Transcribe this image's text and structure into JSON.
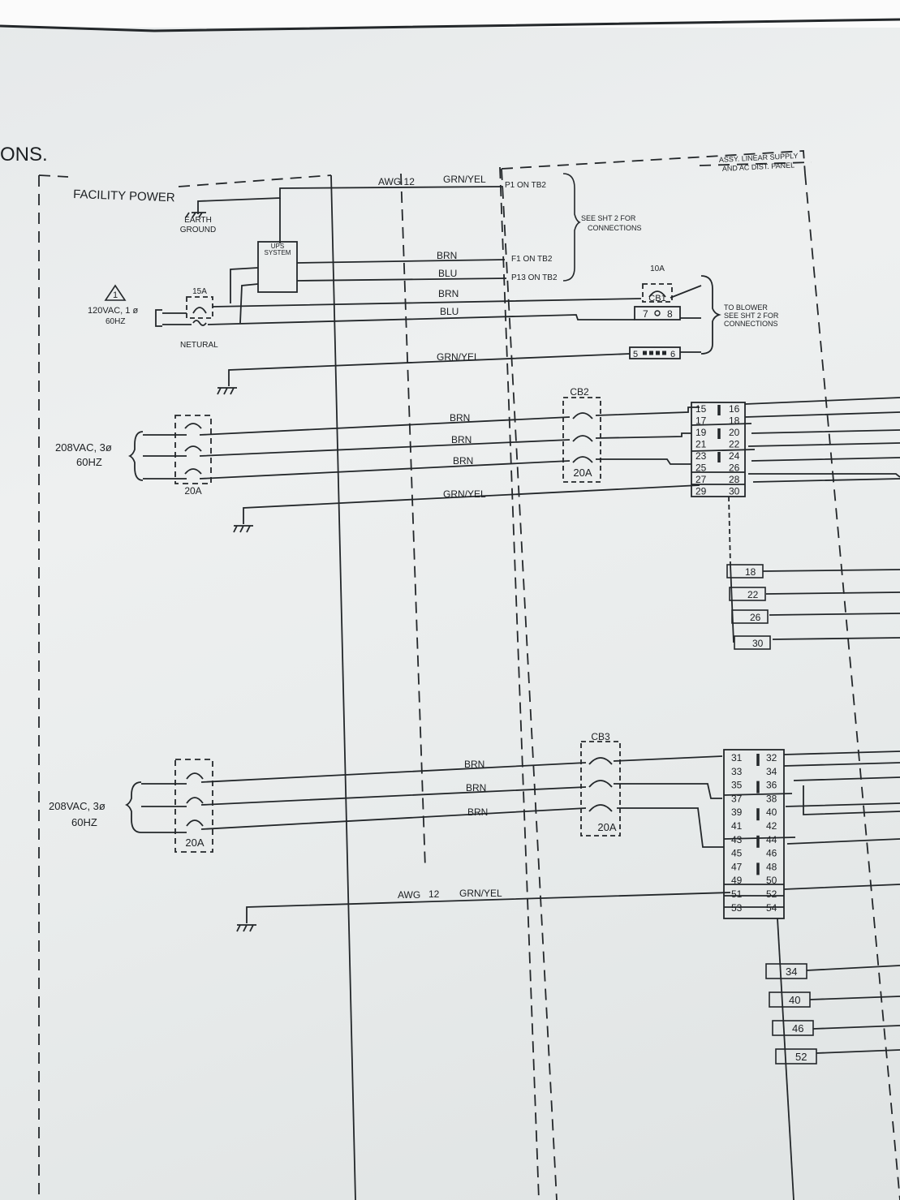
{
  "title_fragment": "ONS.",
  "boxes": {
    "facility": "FACILITY POWER",
    "assy_line1": "ASSY. LINEAR SUPPLY",
    "assy_line2": "AND AC DIST. PANEL"
  },
  "grounds": {
    "earth_line1": "EARTH",
    "earth_line2": "GROUND"
  },
  "ups": {
    "line1": "UPS",
    "line2": "SYSTEM"
  },
  "supply_120": {
    "warning_num": "1",
    "voltage": "120VAC, 1 ø",
    "freq": "60HZ",
    "fuse": "15A",
    "neutral": "NETURAL"
  },
  "supply_208_a": {
    "voltage": "208VAC, 3ø",
    "freq": "60HZ",
    "breaker": "20A"
  },
  "supply_208_b": {
    "voltage": "208VAC, 3ø",
    "freq": "60HZ",
    "breaker": "20A"
  },
  "wires": {
    "awg_top": "AWG 12",
    "grn_yel_top": "GRN/YEL",
    "brn_ups": "BRN",
    "blu_ups": "BLU",
    "brn_cb1": "BRN",
    "blu_cb1": "BLU",
    "grn_yel_cb1": "GRN/YEL",
    "cb2_w1": "BRN",
    "cb2_w2": "BRN",
    "cb2_w3": "BRN",
    "cb2_gnd": "GRN/YEL",
    "cb3_w1": "BRN",
    "cb3_w2": "BRN",
    "cb3_w3": "BRN",
    "awg_bottom_a": "AWG",
    "awg_bottom_b": "12",
    "grn_yel_bottom": "GRN/YEL"
  },
  "tb2_refs": {
    "p1": "P1 ON TB2",
    "f1": "F1 ON TB2",
    "p13": "P13 ON TB2",
    "see_line1": "SEE SHT 2 FOR",
    "see_line2": "CONNECTIONS"
  },
  "blower": {
    "line1": "TO BLOWER",
    "line2": "SEE SHT 2 FOR",
    "line3": "CONNECTIONS"
  },
  "breakers": {
    "cb1": "CB1",
    "cb1_rating": "10A",
    "cb2": "CB2",
    "cb2_rating": "20A",
    "cb3": "CB3",
    "cb3_rating": "20A"
  },
  "terminals_cb1": {
    "a_left": "7",
    "a_right": "8",
    "b_left": "5",
    "b_right": "6"
  },
  "tb_a_rows": [
    [
      "15",
      "16"
    ],
    [
      "17",
      "18"
    ],
    [
      "19",
      "20"
    ],
    [
      "21",
      "22"
    ],
    [
      "23",
      "24"
    ],
    [
      "25",
      "26"
    ],
    [
      "27",
      "28"
    ],
    [
      "29",
      "30"
    ]
  ],
  "tb_a_taps": [
    "18",
    "22",
    "26",
    "30"
  ],
  "tb_b_rows": [
    [
      "31",
      "32"
    ],
    [
      "33",
      "34"
    ],
    [
      "35",
      "36"
    ],
    [
      "37",
      "38"
    ],
    [
      "39",
      "40"
    ],
    [
      "41",
      "42"
    ],
    [
      "43",
      "44"
    ],
    [
      "45",
      "46"
    ],
    [
      "47",
      "48"
    ],
    [
      "49",
      "50"
    ],
    [
      "51",
      "52"
    ],
    [
      "53",
      "54"
    ]
  ],
  "tb_b_taps": [
    "34",
    "40",
    "46",
    "52"
  ]
}
